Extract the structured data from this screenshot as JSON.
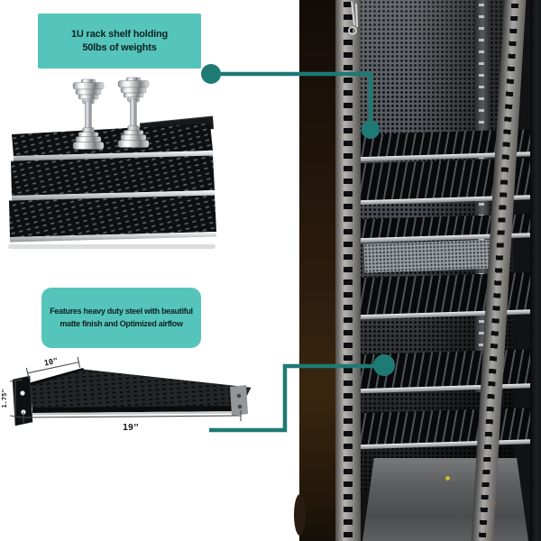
{
  "annotations": {
    "capacity": {
      "line1": "1U rack shelf holding",
      "line2": "50lbs of weights"
    },
    "features": {
      "line1": "Features heavy duty steel with beautiful",
      "line2": "matte finish and Optimized airflow"
    }
  },
  "dimensions": {
    "depth": "10\"",
    "height": "1.75\"",
    "width": "19\""
  },
  "photos": {
    "weights_shelf": "Two chrome dumbbells standing on stacked black vented 1U rack shelves",
    "rack_cabinet": "Open 19-inch server rack cabinet with vented shelves installed"
  },
  "colors": {
    "callout-bg": "#55c5bc",
    "callout-text": "#10211f",
    "connector": "#1e7a74"
  }
}
